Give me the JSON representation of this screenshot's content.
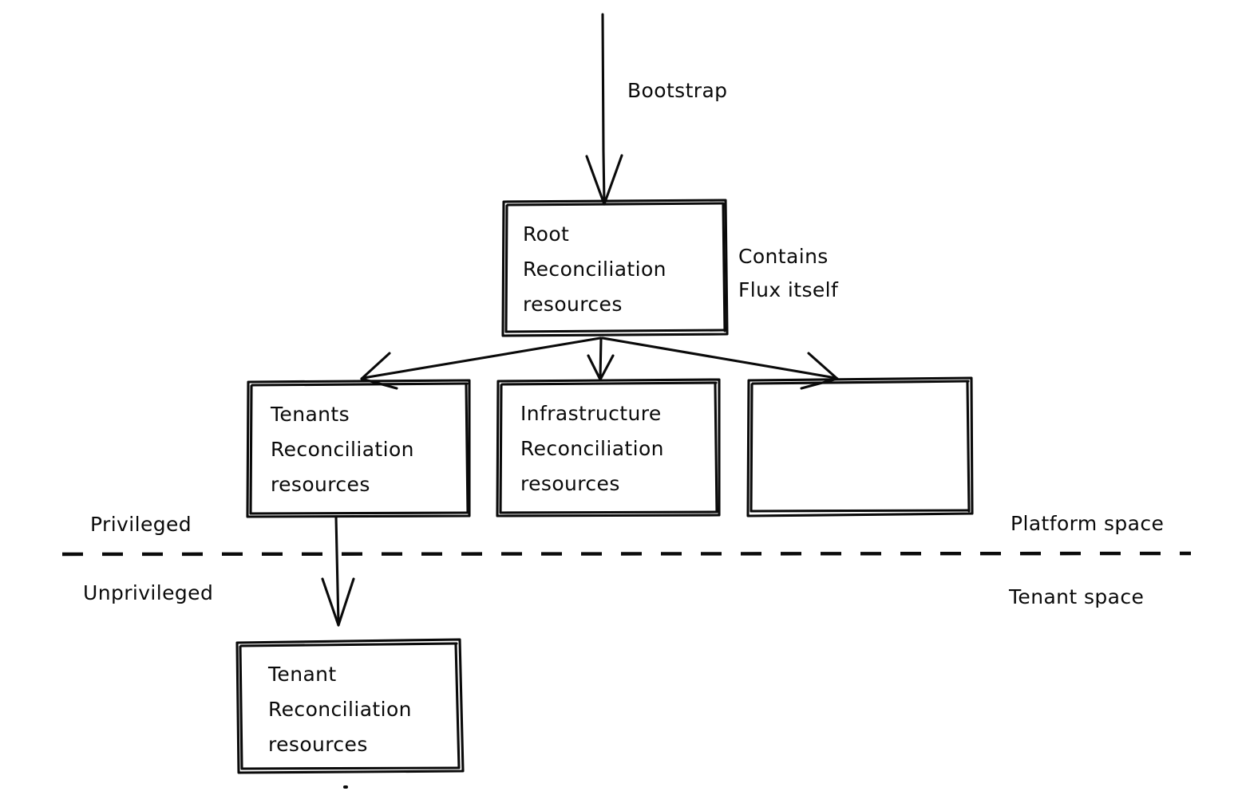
{
  "diagram": {
    "title": "Flux multi-tenancy reconciliation hierarchy",
    "stroke_color": "#0a0a0a",
    "background_color": "#ffffff"
  },
  "nodes": {
    "root": {
      "label": "Root\nReconciliation\nresources"
    },
    "tenants": {
      "label": "Tenants\nReconciliation\nresources"
    },
    "infrastructure": {
      "label": "Infrastructure\nReconciliation\nresources"
    },
    "unlabeled": {
      "label": ""
    },
    "tenant": {
      "label": "Tenant\nReconciliation\nresources"
    }
  },
  "labels": {
    "bootstrap": "Bootstrap",
    "contains_flux": "Contains\nFlux itself",
    "privileged": "Privileged",
    "unprivileged": "Unprivileged",
    "platform_space": "Platform space",
    "tenant_space": "Tenant space"
  }
}
